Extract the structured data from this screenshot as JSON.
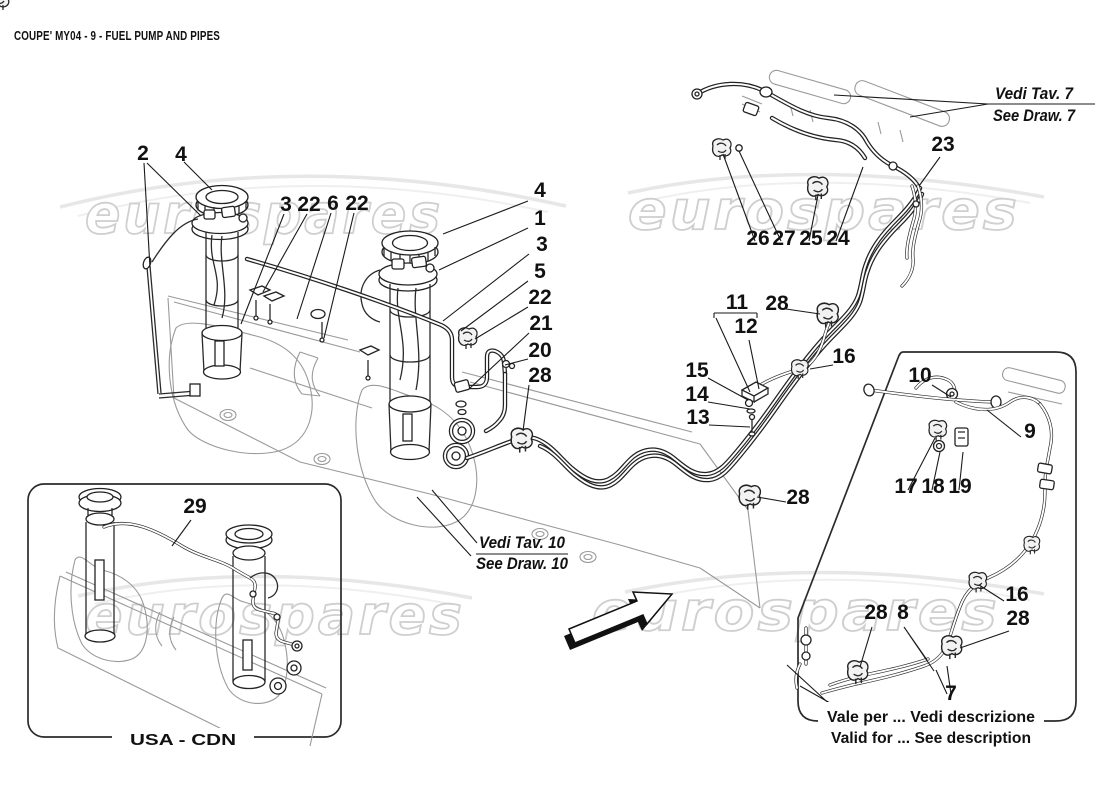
{
  "title": "COUPE' MY04 - 9 - FUEL PUMP AND PIPES",
  "watermark": {
    "text": "eurospares"
  },
  "colors": {
    "ink": "#1a1a1a",
    "watermark_outline": "#cfcfcf",
    "reference_parts": "#9a9a9a"
  },
  "notes": {
    "draw7_it": "Vedi Tav. 7",
    "draw7_en": "See Draw. 7",
    "draw10_it": "Vedi Tav. 10",
    "draw10_en": "See Draw. 10",
    "validity_it": "Vale per ... Vedi descrizione",
    "validity_en": "Valid for ... See description",
    "market": "USA - CDN"
  },
  "callouts": [
    "2",
    "4",
    "3",
    "22",
    "6",
    "22",
    "4",
    "1",
    "3",
    "5",
    "22",
    "21",
    "20",
    "28",
    "11",
    "12",
    "28",
    "16",
    "15",
    "14",
    "13",
    "28",
    "23",
    "26",
    "27",
    "25",
    "24",
    "10",
    "9",
    "17",
    "18",
    "19",
    "16",
    "28",
    "8",
    "28",
    "7",
    "29"
  ]
}
